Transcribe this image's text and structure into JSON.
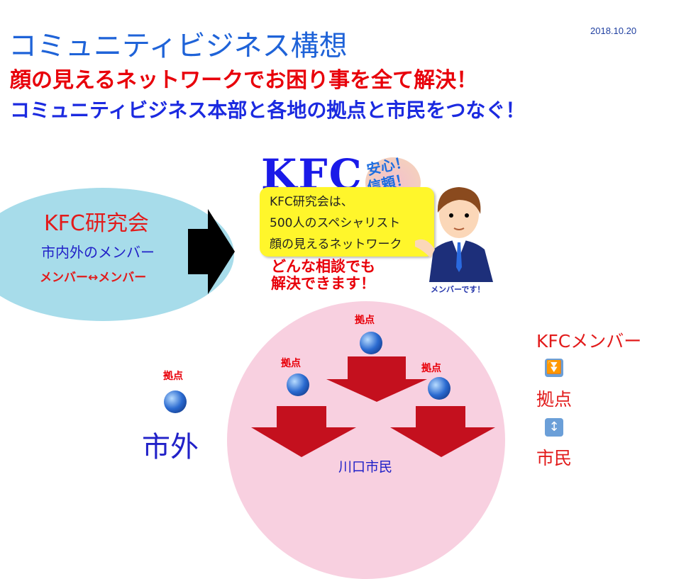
{
  "title": "コミュニティビジネス構想",
  "date": "2018.10.20",
  "subtitle1": "顔の見えるネットワークでお困り事を全て解決！",
  "subtitle2": "コミュニティビジネス本部と各地の拠点と市民をつなぐ！",
  "left": {
    "name": "KFC研究会",
    "members": "市内外のメンバー",
    "relation": "メンバー↔メンバー"
  },
  "kfc": {
    "logo": "KFC",
    "badge1": "安心！",
    "badge2": "信頼！",
    "callout": [
      "KFC研究会は、",
      "500人のスペシャリスト",
      "顔の見えるネットワーク"
    ],
    "red1": "どんな相談でも",
    "red2": "解決できます！",
    "person_label": "メンバーです！"
  },
  "hub_label": "拠点",
  "outside": "市外",
  "citizens": "川口市民",
  "right": {
    "l1": "KFCメンバー",
    "arrow1": "⏬",
    "l2": "拠点",
    "arrow2": "↕",
    "l3": "市民"
  },
  "colors": {
    "blue": "#1f63d8",
    "red": "#e8000a",
    "pink": "#f8d0e0",
    "lightblue": "#a7dcea",
    "yellow": "#fff62b"
  }
}
